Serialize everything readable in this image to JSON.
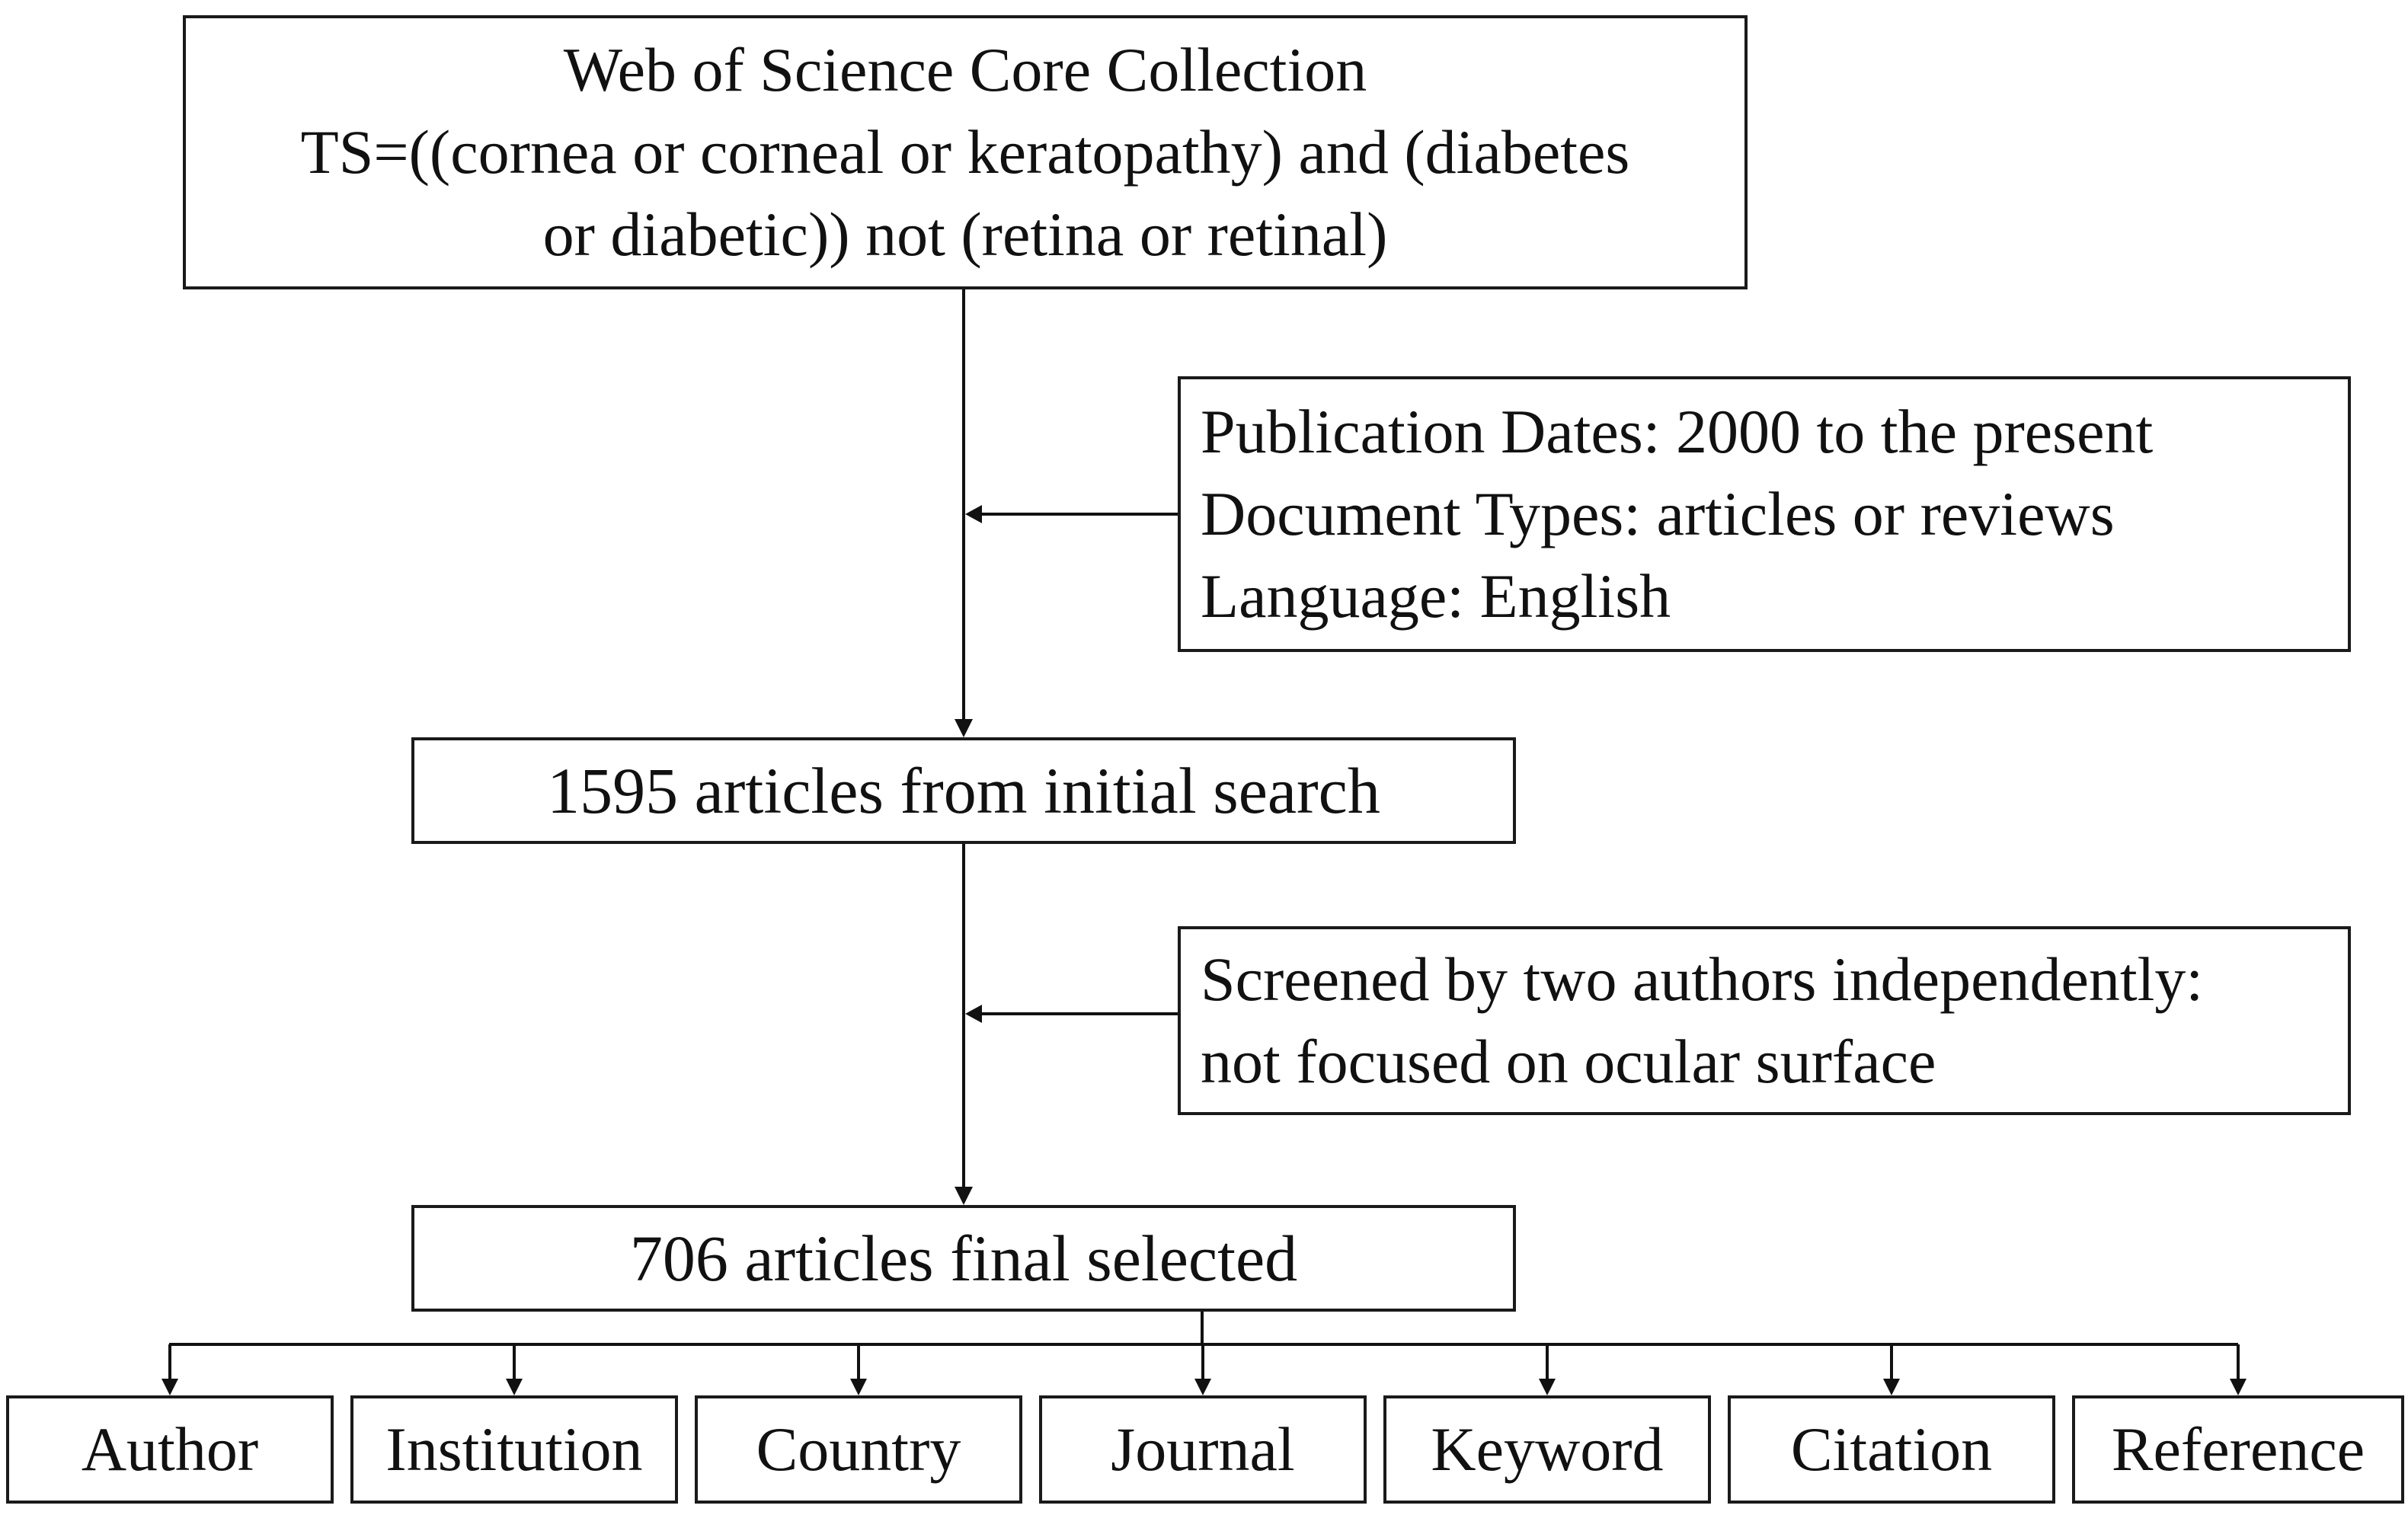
{
  "source": {
    "lines": [
      "Web of Science Core Collection",
      "TS=((cornea or corneal or keratopathy) and (diabetes",
      "or diabetic)) not (retina or retinal)"
    ]
  },
  "filter_1": {
    "lines": [
      "Publication Dates: 2000 to the present",
      "Document Types: articles or reviews",
      "Language: English"
    ]
  },
  "initial_search": {
    "label": "1595 articles from initial search"
  },
  "filter_2": {
    "lines": [
      "Screened by two authors independently:",
      "not focused on ocular surface"
    ]
  },
  "final_selection": {
    "label": "706 articles final selected"
  },
  "categories": [
    "Author",
    "Institution",
    "Country",
    "Journal",
    "Keyword",
    "Citation",
    "Reference"
  ]
}
